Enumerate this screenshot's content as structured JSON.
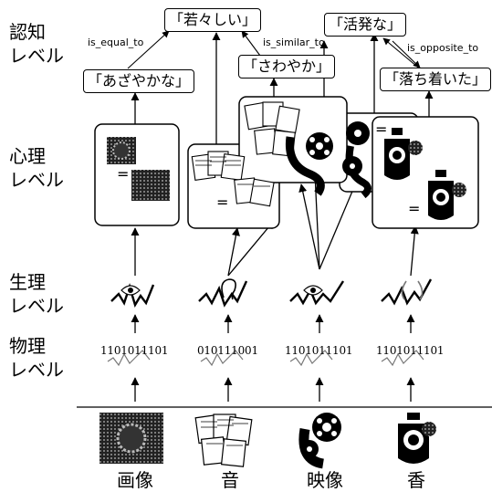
{
  "levels": {
    "cognitive": [
      "認知",
      "レベル"
    ],
    "psychological": [
      "心理",
      "レベル"
    ],
    "physiological": [
      "生理",
      "レベル"
    ],
    "physical": [
      "物理",
      "レベル"
    ]
  },
  "concepts": {
    "wakawakashii": "「若々しい」",
    "kappatsu": "「活発な」",
    "azayaka": "「あざやかな」",
    "sawayaka": "「さわやか」",
    "ochitsuita": "「落ち着いた」"
  },
  "relations": {
    "is_equal_to": "is_equal_to",
    "is_similar_to": "is_similar_to",
    "is_opposite_to": "is_opposite_to"
  },
  "equals_sign": "=",
  "bitstrings": [
    "1101011101",
    "010111001",
    "1101011101",
    "1101011101"
  ],
  "media": [
    "画像",
    "音",
    "映像",
    "香"
  ]
}
